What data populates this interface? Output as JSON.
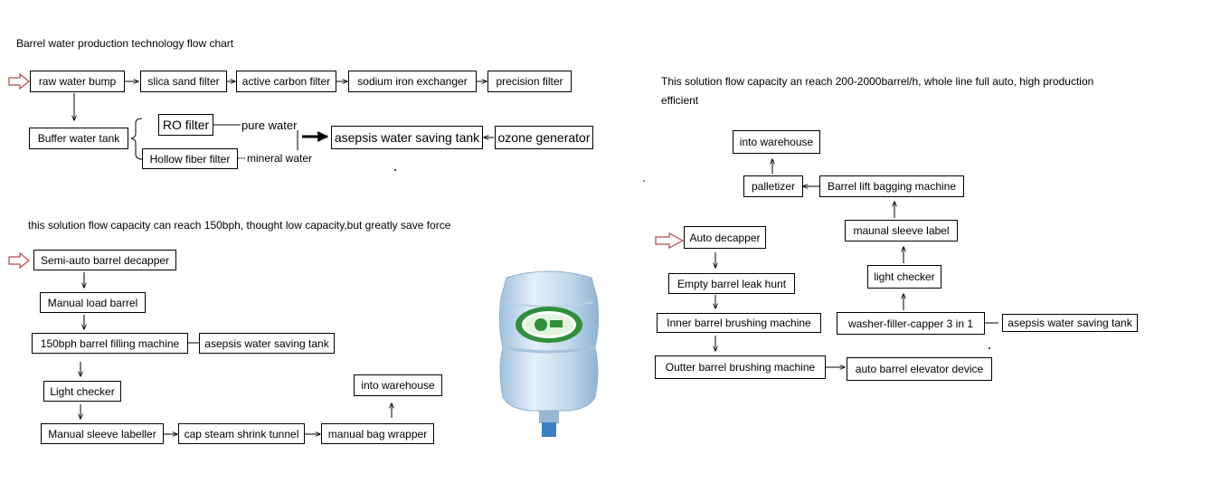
{
  "colors": {
    "start_arrow": "#b04a48",
    "bottle_body": "#bcd3e6",
    "bottle_label": "#2f8f3a"
  },
  "chart1": {
    "title": "Barrel water production technology flow chart",
    "nodes": {
      "raw_water_bump": "raw water bump",
      "slica_sand_filter": "slica sand filter",
      "active_carbon_filter": "active carbon filter",
      "sodium_iron_exchanger": "sodium iron exchanger",
      "precision_filter": "precision filter",
      "buffer_water_tank": "Buffer water tank",
      "ro_filter": "RO filter",
      "hollow_fiber_filter": "Hollow fiber filter",
      "asepsis_water_saving_tank": "asepsis water saving tank",
      "ozone_generator": "ozone generator"
    },
    "labels": {
      "pure_water": "pure water",
      "mineral_water": "mineral water"
    }
  },
  "chart2": {
    "caption": "this solution flow capacity can reach 150bph, thought low capacity,but greatly save force",
    "nodes": {
      "semi_auto_decapper": "Semi-auto barrel decapper",
      "manual_load_barrel": "Manual load barrel",
      "filling_machine": "150bph barrel filling machine",
      "asepsis_tank": "asepsis water saving tank",
      "light_checker": "Light checker",
      "manual_sleeve_labeller": "Manual sleeve labeller",
      "cap_steam_shrink_tunnel": "cap steam shrink tunnel",
      "manual_bag_wrapper": "manual bag wrapper",
      "into_warehouse": "into warehouse"
    }
  },
  "chart3": {
    "caption_line1": "This solution flow capacity an reach 200-2000barrel/h, whole line full auto, high production",
    "caption_line2": "efficient",
    "nodes": {
      "into_warehouse": "into warehouse",
      "palletizer": "palletizer",
      "barrel_lift_bagging_machine": "Barrel lift bagging machine",
      "maunal_sleeve_label": "maunal sleeve label",
      "auto_decapper": "Auto decapper",
      "empty_barrel_leak_hunt": "Empty barrel leak hunt",
      "light_checker": "light checker",
      "inner_barrel_brushing_machine": "Inner barrel brushing machine",
      "washer_filler_capper": "washer-filler-capper 3 in 1",
      "asepsis_water_saving_tank": "asepsis water saving tank",
      "outter_barrel_brushing_machine": "Outter barrel brushing machine",
      "auto_barrel_elevator_device": "auto barrel elevator device"
    }
  }
}
